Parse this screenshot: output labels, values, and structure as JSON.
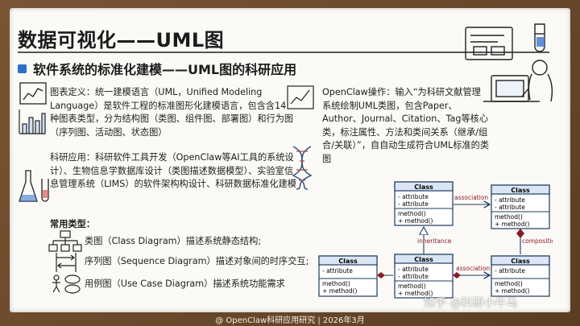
{
  "title": "数据可视化——UML图",
  "subtitle": "软件系统的标准化建模——UML图的科研应用",
  "definition": "图表定义：统一建模语言（UML，Unified Modeling Language）是软件工程的标准图形化建模语言，包含含14种图表类型，分为结构图（类图、组件图、部署图）和行为图（序列图、活动图、状态图）",
  "application": "科研应用：科研软件工具开发（OpenClaw等AI工具的系统设计）、生物信息学数据库设计（类图描述数据模型）、实验室信息管理系统（LIMS）的软件架构构设计、科研数据标准化建模",
  "operation": "OpenClaw操作：输入“为科研文献管理系统绘制UML类图，包含Paper、Author、Journal、Citation、Tag等核心类，标注属性、方法和类间关系（继承/组合/关联）”，自自动生成符合UML标准的类图",
  "common_types": {
    "heading": "常用类型：",
    "items": [
      "类图（Class Diagram）描述系统静态结构;",
      "序列图（Sequence Diagram）描述对象间的时序交互;",
      "用例图（Use Case Diagram）描述系统功能需求"
    ]
  },
  "uml": {
    "class_name": "Class",
    "attribute": "- attribute",
    "method": "method()",
    "method_plus": "+ method()",
    "association": "association",
    "inheritance": "inheritance",
    "composition": "composition"
  },
  "footer": "@ OpenClaw科研应用研究 | 2026年3月",
  "watermark": "知乎 @科研小牛马",
  "colors": {
    "accent": "#2f6fc7",
    "uml_header": "#dbe6f4",
    "uml_line": "#1f3b63",
    "diamond": "#8b1a2b"
  }
}
